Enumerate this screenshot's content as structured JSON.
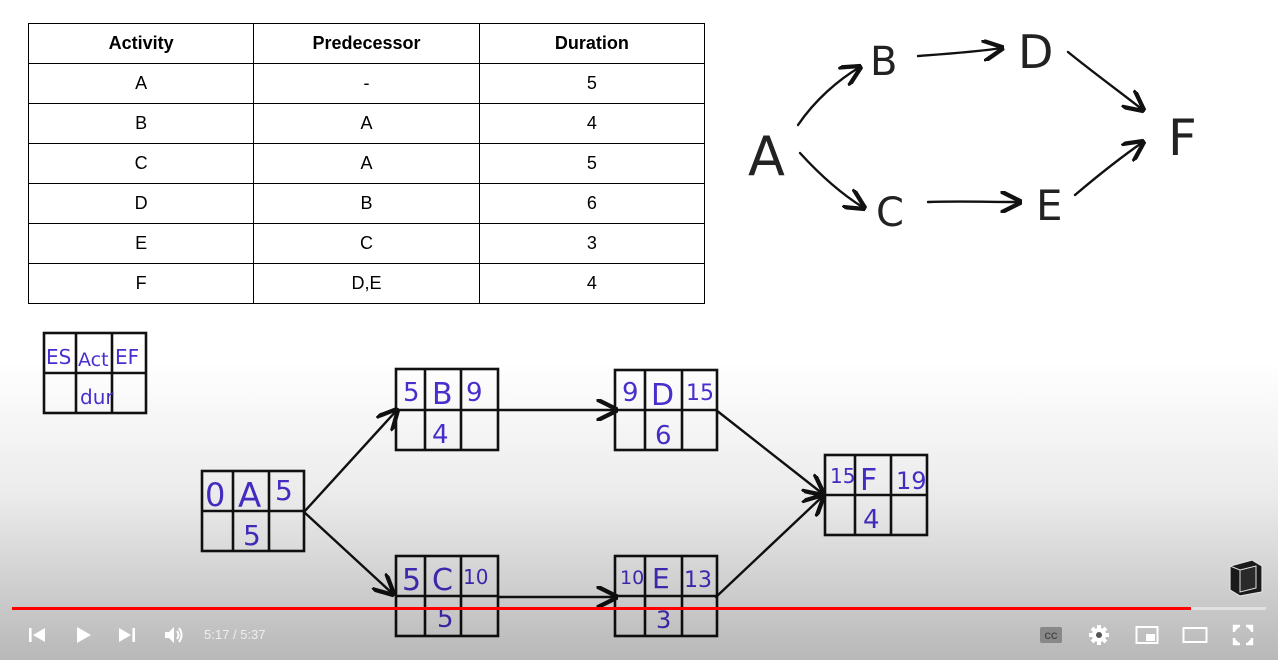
{
  "table": {
    "headers": [
      "Activity",
      "Predecessor",
      "Duration"
    ],
    "rows": [
      [
        "A",
        "-",
        "5"
      ],
      [
        "B",
        "A",
        "4"
      ],
      [
        "C",
        "A",
        "5"
      ],
      [
        "D",
        "B",
        "6"
      ],
      [
        "E",
        "C",
        "3"
      ],
      [
        "F",
        "D,E",
        "4"
      ]
    ]
  },
  "sketch": {
    "nodes": [
      "A",
      "B",
      "C",
      "D",
      "E",
      "F"
    ]
  },
  "legend": {
    "es": "ES",
    "act": "Act",
    "ef": "EF",
    "dur": "dur"
  },
  "network": {
    "A": {
      "es": "0",
      "act": "A",
      "ef": "5",
      "dur": "5"
    },
    "B": {
      "es": "5",
      "act": "B",
      "ef": "9",
      "dur": "4"
    },
    "C": {
      "es": "5",
      "act": "C",
      "ef": "10",
      "dur": "5"
    },
    "D": {
      "es": "9",
      "act": "D",
      "ef": "15",
      "dur": "6"
    },
    "E": {
      "es": "10",
      "act": "E",
      "ef": "13",
      "dur": "3"
    },
    "F": {
      "es": "15",
      "act": "F",
      "ef": "19",
      "dur": "4"
    }
  },
  "player": {
    "current_time": "5:17",
    "separator": "/",
    "total_time": "5:37",
    "progress": 0.94,
    "icons": {
      "previous": "previous-icon",
      "play": "play-icon",
      "next": "next-icon",
      "volume": "volume-icon",
      "captions": "captions-icon",
      "settings": "settings-icon",
      "miniplayer": "miniplayer-icon",
      "theater": "theater-icon",
      "fullscreen": "fullscreen-icon"
    },
    "colors": {
      "progress": "#ff0000",
      "ink_purple": "#4a2fd0"
    }
  }
}
